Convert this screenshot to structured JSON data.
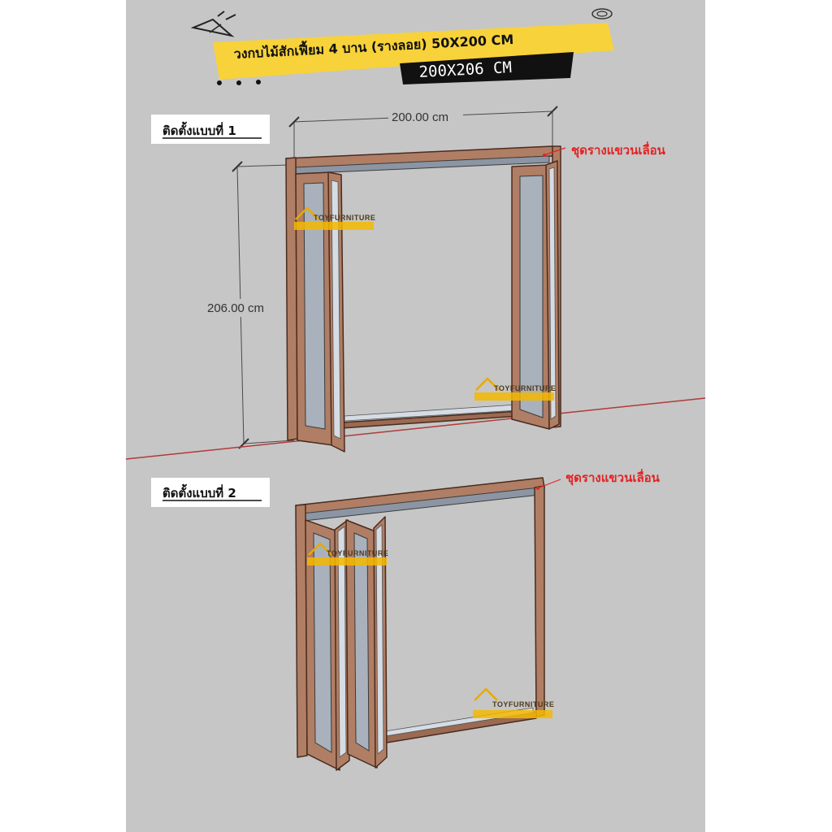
{
  "header": {
    "title": "วงกบไม้สักเฟี้ยม 4 บาน (รางลอย) 50X200 CM",
    "size": "200X206 CM"
  },
  "variant1": {
    "label": "ติดตั้งแบบที่ 1",
    "width_dim": "200.00 cm",
    "height_dim": "206.00 cm",
    "rail_label": "ชุดรางแขวนเลื่อน"
  },
  "variant2": {
    "label": "ติดตั้งแบบที่ 2",
    "rail_label": "ชุดรางแขวนเลื่อน"
  },
  "watermark": {
    "brand": "TOYFURNITURE"
  },
  "colors": {
    "highlight": "#f7d23a",
    "wood": "#b07e64",
    "rail": "#8c95a3",
    "red_label": "#e52222"
  }
}
